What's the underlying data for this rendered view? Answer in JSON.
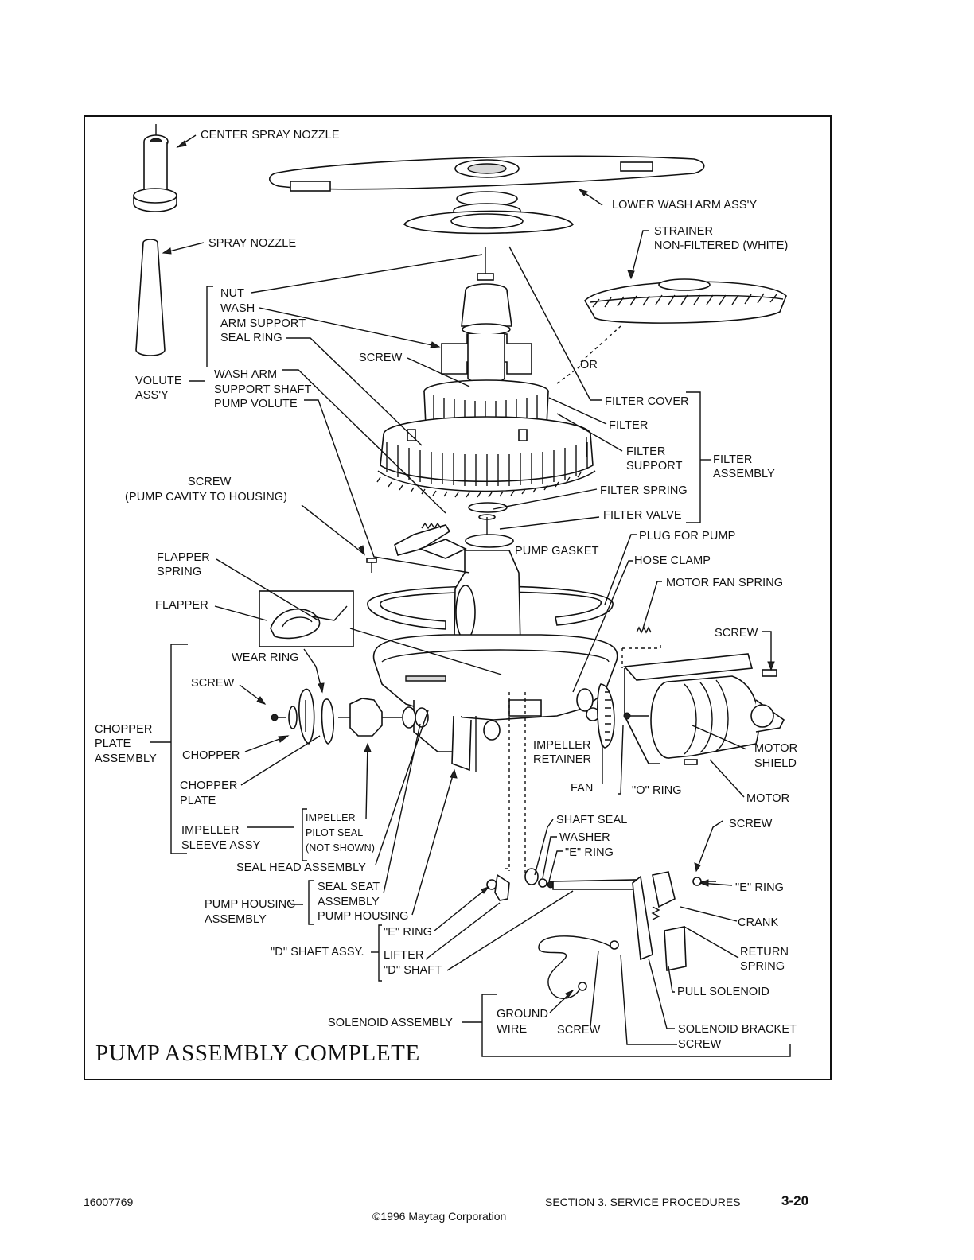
{
  "diagram": {
    "title": "PUMP ASSEMBLY COMPLETE",
    "labels": {
      "center_spray_nozzle": "CENTER SPRAY NOZZLE",
      "lower_wash_arm": "LOWER WASH ARM ASS'Y",
      "spray_nozzle": "SPRAY NOZZLE",
      "strainer_1": "STRAINER",
      "strainer_2": "NON-FILTERED (WHITE)",
      "nut": "NUT",
      "wash": "WASH",
      "arm_support": "ARM SUPPORT",
      "seal_ring": "SEAL RING",
      "screw_top": "SCREW",
      "or": "OR",
      "volute_1": "VOLUTE",
      "volute_2": "ASS'Y",
      "wash_arm": "WASH ARM",
      "support_shaft": "SUPPORT SHAFT",
      "pump_volute": "PUMP VOLUTE",
      "filter_cover": "FILTER COVER",
      "filter": "FILTER",
      "filter_support_1": "FILTER",
      "filter_support_2": "SUPPORT",
      "filter_assembly_1": "FILTER",
      "filter_assembly_2": "ASSEMBLY",
      "filter_spring": "FILTER SPRING",
      "screw_cavity_1": "SCREW",
      "screw_cavity_2": "(PUMP CAVITY TO HOUSING)",
      "filter_valve": "FILTER VALVE",
      "plug_for_pump": "PLUG FOR PUMP",
      "flapper_spring_1": "FLAPPER",
      "flapper_spring_2": "SPRING",
      "pump_gasket": "PUMP GASKET",
      "hose_clamp": "HOSE CLAMP",
      "motor_fan_spring": "MOTOR FAN SPRING",
      "flapper": "FLAPPER",
      "screw_motor": "SCREW",
      "wear_ring": "WEAR RING",
      "screw_chopper": "SCREW",
      "chopper_plate_assembly_1": "CHOPPER",
      "chopper_plate_assembly_2": "PLATE",
      "chopper_plate_assembly_3": "ASSEMBLY",
      "chopper": "CHOPPER",
      "impeller_retainer_1": "IMPELLER",
      "impeller_retainer_2": "RETAINER",
      "motor_shield_1": "MOTOR",
      "motor_shield_2": "SHIELD",
      "chopper_plate_1": "CHOPPER",
      "chopper_plate_2": "PLATE",
      "fan": "FAN",
      "o_ring": "\"O\" RING",
      "motor": "MOTOR",
      "impeller_pilot_seal_1": "IMPELLER",
      "impeller_pilot_seal_2": "PILOT SEAL",
      "impeller_pilot_seal_3": "(NOT SHOWN)",
      "shaft_seal": "SHAFT SEAL",
      "screw_lower": "SCREW",
      "impeller_sleeve_1": "IMPELLER",
      "impeller_sleeve_2": "SLEEVE ASSY",
      "washer": "WASHER",
      "e_ring_top": "\"E\" RING",
      "seal_head_assembly": "SEAL HEAD ASSEMBLY",
      "seal_seat_1": "SEAL SEAT",
      "seal_seat_2": "ASSEMBLY",
      "pump_housing_assembly_1": "PUMP HOUSING",
      "pump_housing_assembly_2": "ASSEMBLY",
      "pump_housing": "PUMP HOUSING",
      "e_ring_right": "\"E\" RING",
      "crank": "CRANK",
      "e_ring_d": "\"E\" RING",
      "d_shaft_assy": "\"D\" SHAFT ASSY.",
      "lifter": "LIFTER",
      "return_spring_1": "RETURN",
      "return_spring_2": "SPRING",
      "d_shaft": "\"D\" SHAFT",
      "pull_solenoid": "PULL SOLENOID",
      "ground_wire_1": "GROUND",
      "ground_wire_2": "WIRE",
      "solenoid_assembly": "SOLENOID ASSEMBLY",
      "screw_solenoid": "SCREW",
      "solenoid_bracket": "SOLENOID BRACKET",
      "screw_bracket": "SCREW"
    }
  },
  "footer": {
    "doc_number": "16007769",
    "section": "SECTION 3.  SERVICE PROCEDURES",
    "page": "3-20",
    "copyright": "©1996 Maytag Corporation"
  }
}
